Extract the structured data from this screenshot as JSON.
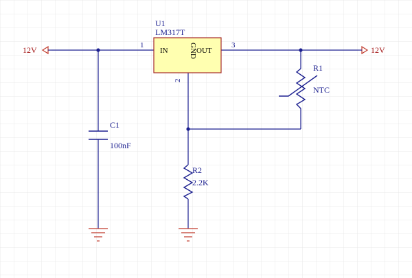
{
  "colors": {
    "background": "#ffffff",
    "grid": "#e8e8e8",
    "wire": "#1b1f8f",
    "power_symbol": "#c0392b",
    "ic_fill": "#ffffb0",
    "ic_border": "#a52a2a"
  },
  "power": {
    "left_net": "12V",
    "right_net": "12V"
  },
  "u1": {
    "designator": "U1",
    "part": "LM317T",
    "pin_in": "IN",
    "pin_out": "OUT",
    "pin_gnd": "GND",
    "pin1": "1",
    "pin2": "2",
    "pin3": "3"
  },
  "c1": {
    "designator": "C1",
    "value": "100nF"
  },
  "r1": {
    "designator": "R1",
    "value": "NTC"
  },
  "r2": {
    "designator": "R2",
    "value": "2.2K"
  }
}
